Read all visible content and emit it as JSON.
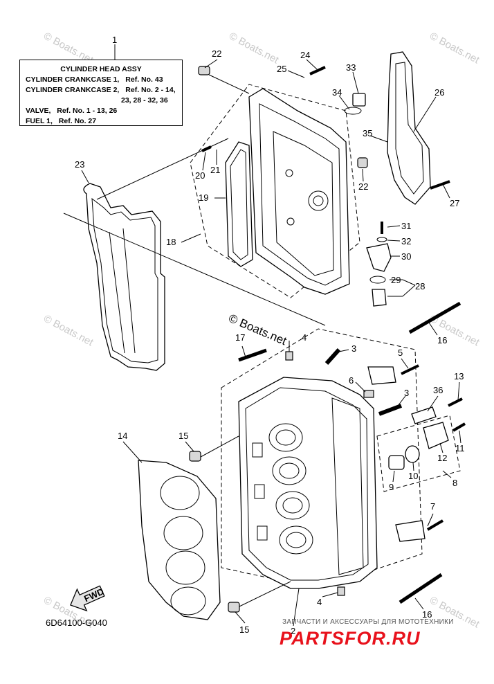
{
  "spec_box": {
    "part_no": "1",
    "title": "CYLINDER HEAD ASSY",
    "rows": [
      {
        "name": "CYLINDER CRANKCASE 1,",
        "ref": "Ref. No. 43"
      },
      {
        "name": "CYLINDER CRANKCASE 2,",
        "ref": "Ref. No. 2 - 14,"
      },
      {
        "name": "",
        "ref": "23, 28 - 32, 36"
      },
      {
        "name": "VALVE,",
        "ref": "Ref. No. 1 - 13, 26"
      },
      {
        "name": "FUEL 1,",
        "ref": "Ref. No. 27"
      }
    ]
  },
  "callouts": [
    "22",
    "24",
    "25",
    "33",
    "34",
    "26",
    "35",
    "22",
    "21",
    "20",
    "19",
    "27",
    "23",
    "18",
    "31",
    "32",
    "30",
    "29",
    "28",
    "17",
    "4",
    "3",
    "16",
    "5",
    "6",
    "3",
    "13",
    "36",
    "14",
    "15",
    "12",
    "11",
    "10",
    "9",
    "8",
    "7",
    "4",
    "16",
    "15",
    "2"
  ],
  "diagram_code": "6D64100-G040",
  "fwd_arrow": "FWD",
  "watermark": {
    "center": "© Boats.net",
    "repeat": "© Boats.net"
  },
  "shop": {
    "tagline": "ЗАПЧАСТИ И АКСЕССУАРЫ ДЛЯ МОТОТЕХНИКИ",
    "logo": "PARTSFOR.RU"
  }
}
